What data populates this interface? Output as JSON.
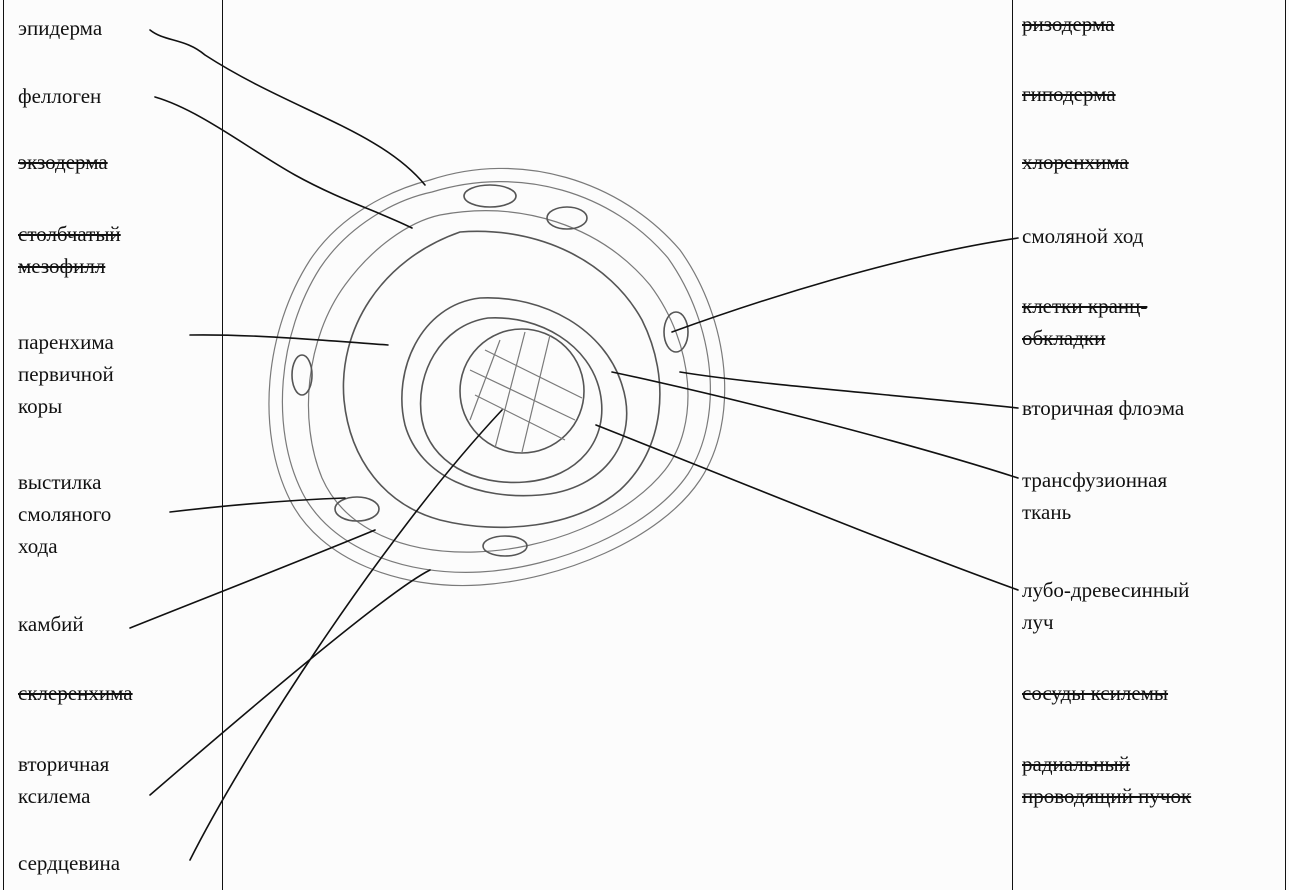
{
  "left_labels": [
    {
      "id": "epiderma",
      "lines": [
        "эпидерма"
      ],
      "struck": false
    },
    {
      "id": "fellogen",
      "lines": [
        "феллоген"
      ],
      "struck": false
    },
    {
      "id": "ekzoderma",
      "lines": [
        "экзодерма"
      ],
      "struck": true
    },
    {
      "id": "stolbchatyy",
      "lines": [
        "столбчатый",
        "мезофилл"
      ],
      "struck": true
    },
    {
      "id": "parenhima",
      "lines": [
        "паренхима",
        "первичной",
        "коры"
      ],
      "struck": false
    },
    {
      "id": "vystilka",
      "lines": [
        "выстилка",
        "смоляного",
        "хода"
      ],
      "struck": false
    },
    {
      "id": "kambiy",
      "lines": [
        "камбий"
      ],
      "struck": false
    },
    {
      "id": "sklerenhima",
      "lines": [
        "склеренхима"
      ],
      "struck": true
    },
    {
      "id": "ksilema",
      "lines": [
        "вторичная",
        "ксилема"
      ],
      "struck": false
    },
    {
      "id": "serdcevina",
      "lines": [
        "сердцевина"
      ],
      "struck": false
    }
  ],
  "right_labels": [
    {
      "id": "rizoderma",
      "lines": [
        "ризодерма"
      ],
      "struck": true
    },
    {
      "id": "gipoderma",
      "lines": [
        "гиподерма"
      ],
      "struck": true
    },
    {
      "id": "hlorenhima",
      "lines": [
        "хлоренхима"
      ],
      "struck": true
    },
    {
      "id": "smolyanoy",
      "lines": [
        "смоляной ход"
      ],
      "struck": false
    },
    {
      "id": "kranc",
      "lines": [
        "клетки кранц-",
        "обкладки"
      ],
      "struck": true
    },
    {
      "id": "floema",
      "lines": [
        "вторичная флоэма"
      ],
      "struck": false
    },
    {
      "id": "transfuz",
      "lines": [
        "трансфузионная",
        "ткань"
      ],
      "struck": false
    },
    {
      "id": "luch",
      "lines": [
        "лубо-древесинный",
        "луч"
      ],
      "struck": false
    },
    {
      "id": "sosudy",
      "lines": [
        "сосуды ксилемы"
      ],
      "struck": true
    },
    {
      "id": "puchok",
      "lines": [
        "радиальный",
        "проводящий пучок"
      ],
      "struck": true
    }
  ]
}
